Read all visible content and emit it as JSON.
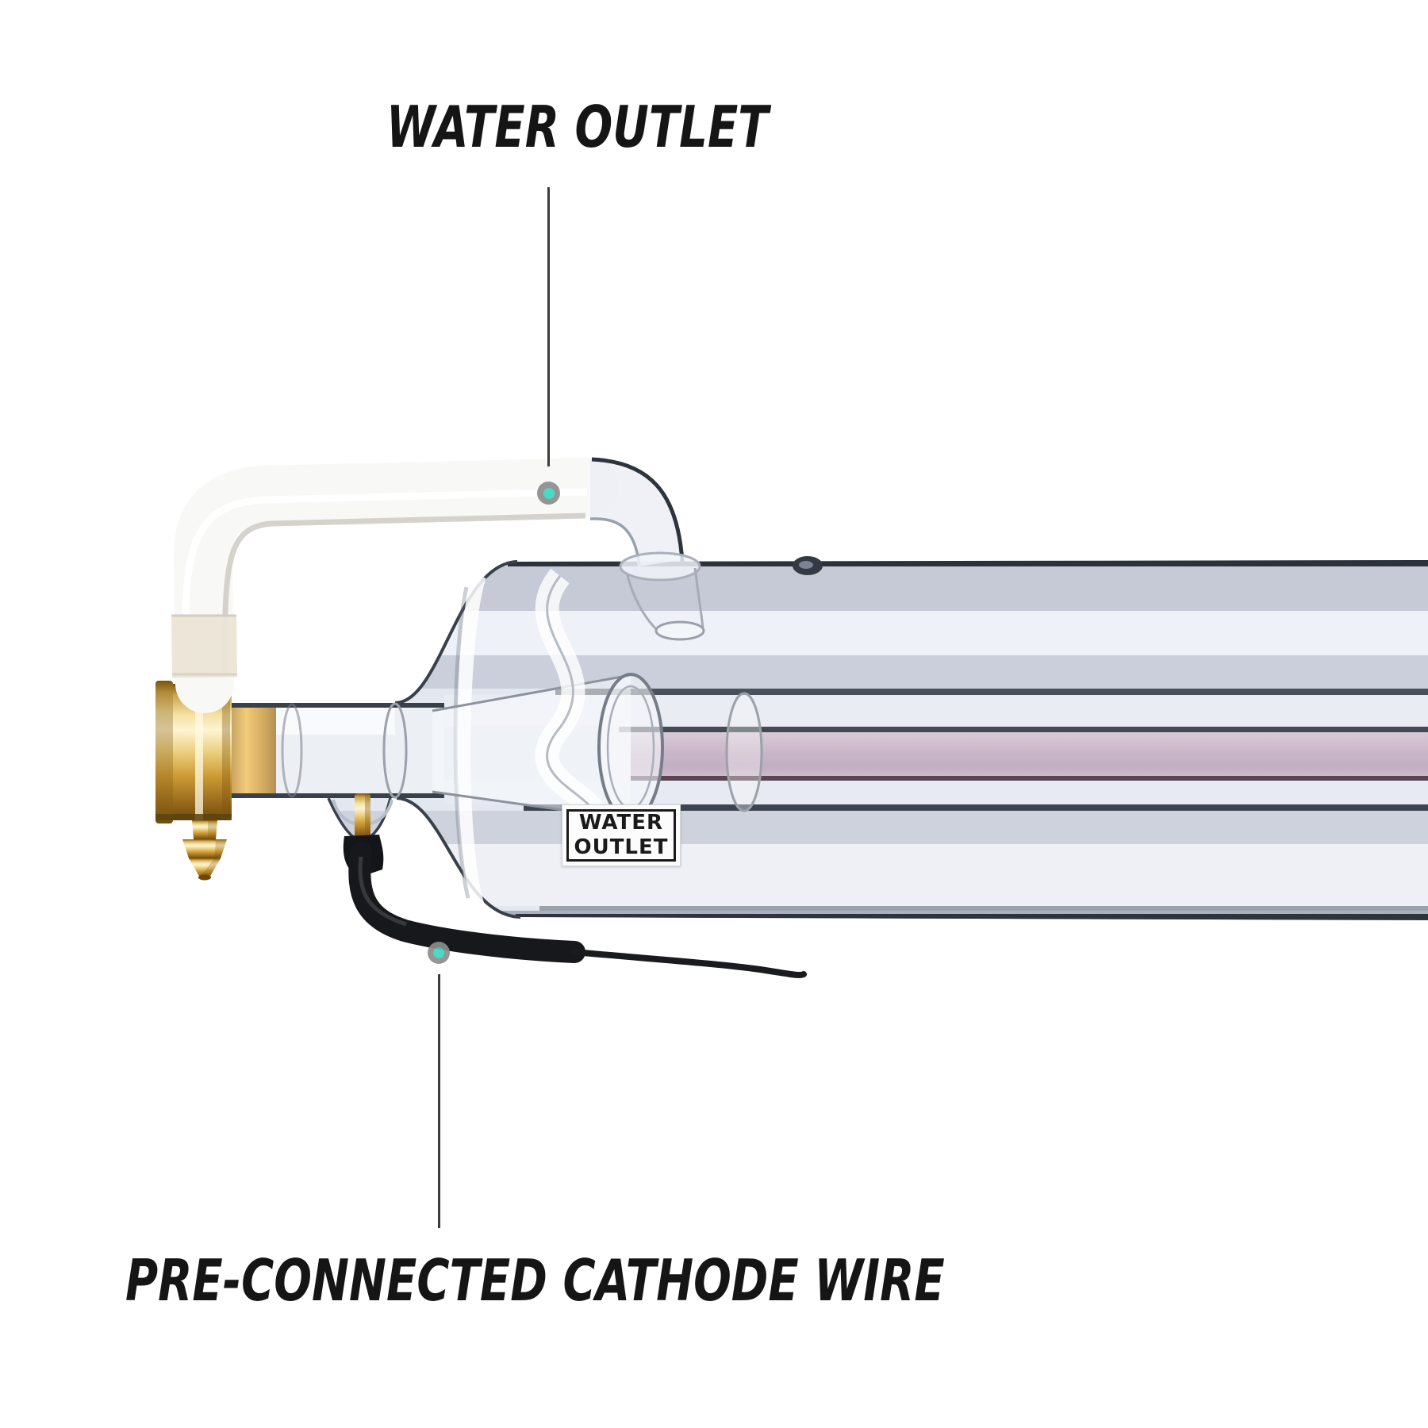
{
  "annotations": {
    "water_outlet": {
      "label": "WATER OUTLET"
    },
    "cathode_wire": {
      "label": "PRE-CONNECTED CATHODE WIRE"
    }
  },
  "sticker": {
    "line1": "WATER",
    "line2": "OUTLET"
  },
  "markers": {
    "ring_color": "#8d8d8d",
    "dot_color": "#3cd5bf"
  },
  "colors": {
    "background": "#ffffff",
    "text": "#151515",
    "callout_line": "#3b3b3b",
    "glass_edge": "#3a4049",
    "glass_light": "#eef1f8",
    "glass_gray": "#c5cad6",
    "bore_pink": "#cbb8c9",
    "brass_light": "#fdf4d2",
    "brass_dark": "#8a5c14",
    "hose_white": "#f8f8f6",
    "wire_black": "#17181b"
  }
}
